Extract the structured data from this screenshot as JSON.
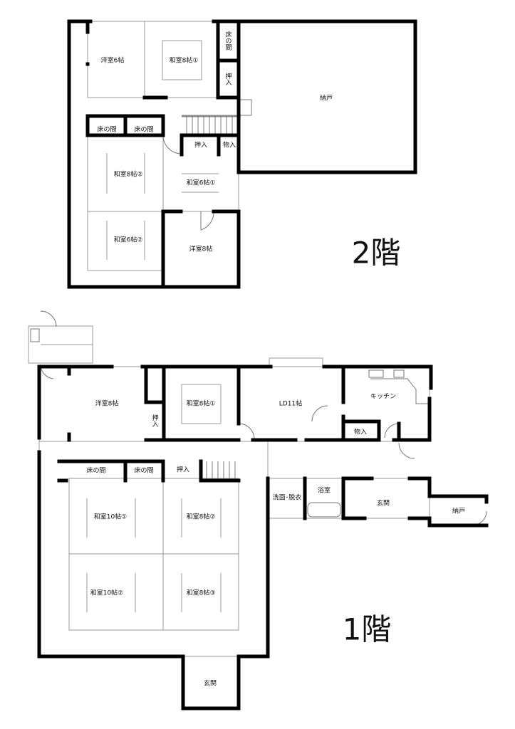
{
  "floor2": {
    "label": "2階",
    "rooms": {
      "yoshitsu6": "洋室6帖",
      "washitsu8_1": "和室8帖①",
      "tokonoma_a": "床の間",
      "oshiire_a": "押入",
      "nando": "納戸",
      "tokonoma_b": "床の間",
      "tokonoma_c": "床の間",
      "oshiire_b": "押入",
      "monoire": "物入",
      "washitsu8_2": "和室8帖②",
      "washitsu6_1": "和室6帖①",
      "washitsu6_2": "和室6帖②",
      "yoshitsu8": "洋室8帖"
    }
  },
  "floor1": {
    "label": "1階",
    "rooms": {
      "yoshitsu8": "洋室8帖",
      "oshiire_a": "押入",
      "washitsu8_1": "和室8帖①",
      "ld11": "LD11帖",
      "kitchen": "キッチン",
      "monoire": "物入",
      "tokonoma_a": "床の間",
      "tokonoma_b": "床の間",
      "oshiire_b": "押入",
      "washitsu10_1": "和室10帖①",
      "washitsu8_2": "和室8帖②",
      "washitsu10_2": "和室10帖②",
      "washitsu8_3": "和室8帖③",
      "senmen": "洗面･脱衣",
      "yokushitsu": "浴室",
      "genkan_a": "玄関",
      "nando": "納戸",
      "genkan_b": "玄関"
    }
  }
}
